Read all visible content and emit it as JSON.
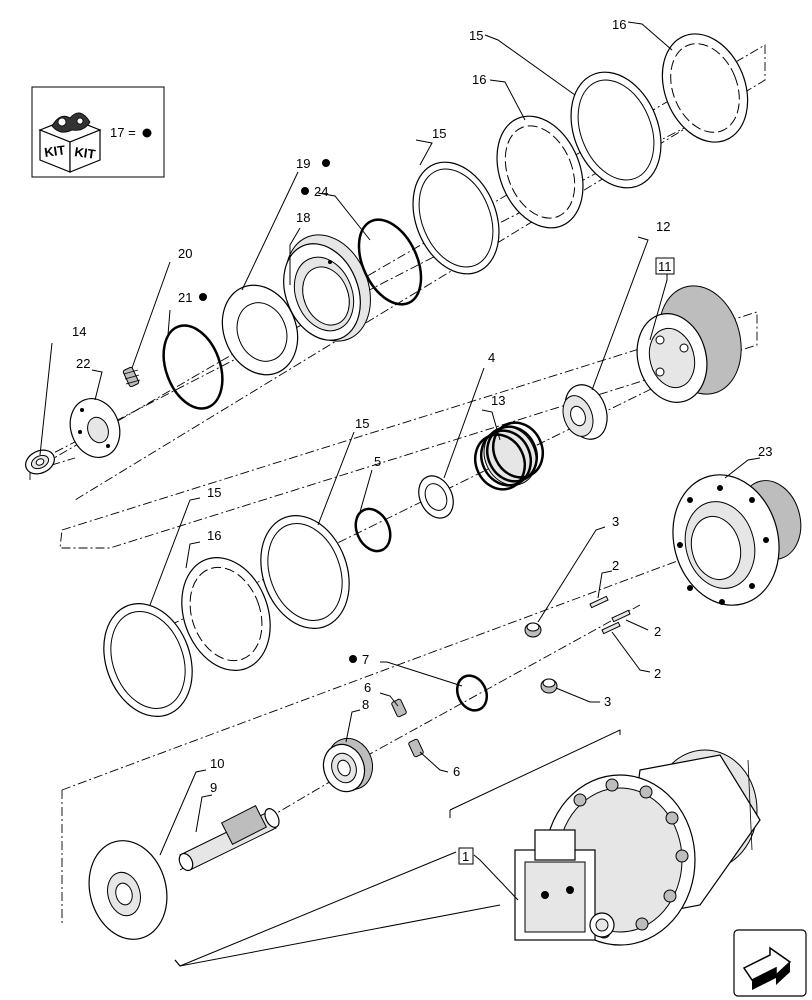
{
  "kit_legend": {
    "icon_text_1": "KIT",
    "icon_text_2": "KIT",
    "label": "17 ="
  },
  "callouts": {
    "c1": "1",
    "c2a": "2",
    "c2b": "2",
    "c2c": "2",
    "c3a": "3",
    "c3b": "3",
    "c4": "4",
    "c5": "5",
    "c6a": "6",
    "c6b": "6",
    "c7": "7",
    "c8": "8",
    "c9": "9",
    "c10": "10",
    "c11": "11",
    "c12": "12",
    "c13": "13",
    "c14": "14",
    "c15a": "15",
    "c15b": "15",
    "c15c": "15",
    "c15d": "15",
    "c16a": "16",
    "c16b": "16",
    "c16c": "16",
    "c18": "18",
    "c19": "19",
    "c20": "20",
    "c21": "21",
    "c22": "22",
    "c23": "23",
    "c24": "24"
  },
  "nav_icon": "double-arrow-icon"
}
